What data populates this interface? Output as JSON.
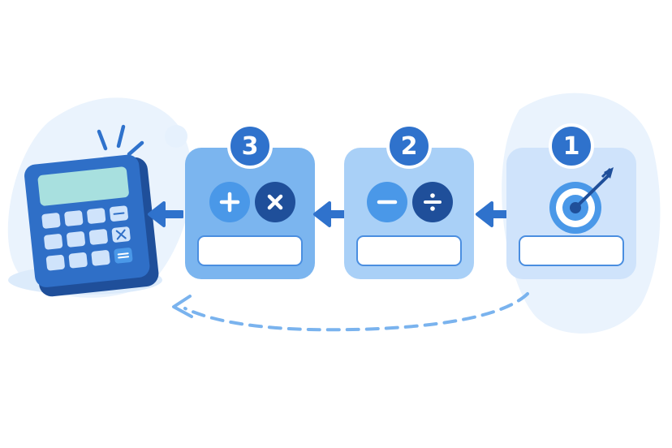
{
  "steps": [
    {
      "number": "1",
      "icon": "target-icon",
      "operations": []
    },
    {
      "number": "2",
      "icon": "",
      "operations": [
        "minus-icon",
        "divide-icon"
      ]
    },
    {
      "number": "3",
      "icon": "",
      "operations": [
        "plus-icon",
        "multiply-icon"
      ]
    }
  ],
  "flow_direction": "right-to-left",
  "return_arrow": "dashed",
  "end_icon": "calculator-icon",
  "colors": {
    "primary": "#2f72cc",
    "dark": "#1f4f9a",
    "card_1": "#cfe3fb",
    "card_2": "#a9d0f7",
    "card_3": "#7bb5ef",
    "accent_light": "#4a98e8",
    "background_blob": "#eaf3fd"
  }
}
